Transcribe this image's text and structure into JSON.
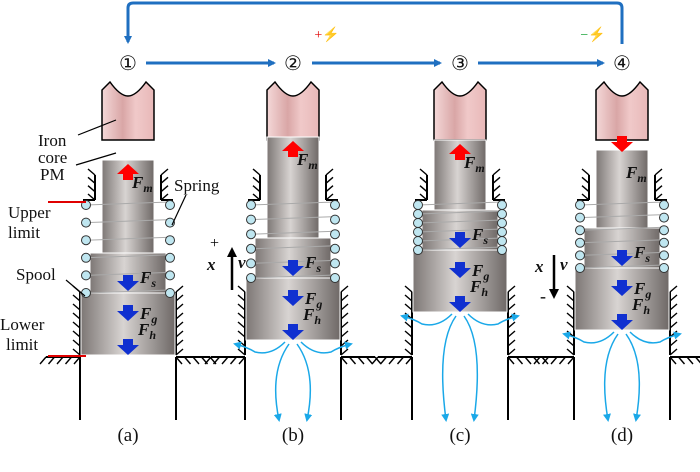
{
  "steps": [
    "①",
    "②",
    "③",
    "④"
  ],
  "transitions": {
    "energize_positive": "+⚡",
    "energize_negative": "−⚡"
  },
  "panels": [
    {
      "caption": "(a)"
    },
    {
      "caption": "(b)"
    },
    {
      "caption": "(c)"
    },
    {
      "caption": "(d)"
    }
  ],
  "forces": {
    "F": "F",
    "m": "m",
    "s": "s",
    "g": "g",
    "h": "h"
  },
  "labels": {
    "iron_core_1": "Iron",
    "iron_core_2": "core",
    "pm": "PM",
    "spring": "Spring",
    "upper_limit_1": "Upper",
    "upper_limit_2": "limit",
    "spool": "Spool",
    "lower_limit_1": "Lower",
    "lower_limit_2": "limit"
  },
  "motion": {
    "positive": {
      "sign": "+",
      "x": "x",
      "v": "v"
    },
    "negative": {
      "sign": "-",
      "x": "x",
      "v": "v"
    }
  },
  "colors": {
    "flow": "#1f6fc0",
    "magnet_force": "#ff0000",
    "down_force": "#1030d0",
    "fluid": "#1aa8e8",
    "limit": "#e00000",
    "plus": "#e00000",
    "minus": "#10a030"
  }
}
